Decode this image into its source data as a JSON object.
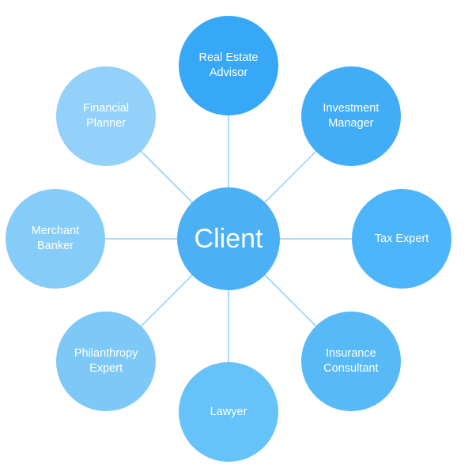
{
  "diagram": {
    "type": "hub-and-spoke",
    "connector_color": "#8ED0F7",
    "center": {
      "label": "Client",
      "color": "#4CB0F5"
    },
    "nodes": [
      {
        "id": "real-estate-advisor",
        "label": "Real Estate\nAdvisor",
        "color": "#36A8F7"
      },
      {
        "id": "investment-manager",
        "label": "Investment\nManager",
        "color": "#41ADF6"
      },
      {
        "id": "tax-expert",
        "label": "Tax Expert",
        "color": "#4DB5FA"
      },
      {
        "id": "insurance-consultant",
        "label": "Insurance\nConsultant",
        "color": "#58B9F7"
      },
      {
        "id": "lawyer",
        "label": "Lawyer",
        "color": "#66C3FA"
      },
      {
        "id": "philanthropy-expert",
        "label": "Philanthropy\nExpert",
        "color": "#7DC8F7"
      },
      {
        "id": "merchant-banker",
        "label": "Merchant\nBanker",
        "color": "#86CCF8"
      },
      {
        "id": "financial-planner",
        "label": "Financial\nPlanner",
        "color": "#93D1FA"
      }
    ]
  }
}
